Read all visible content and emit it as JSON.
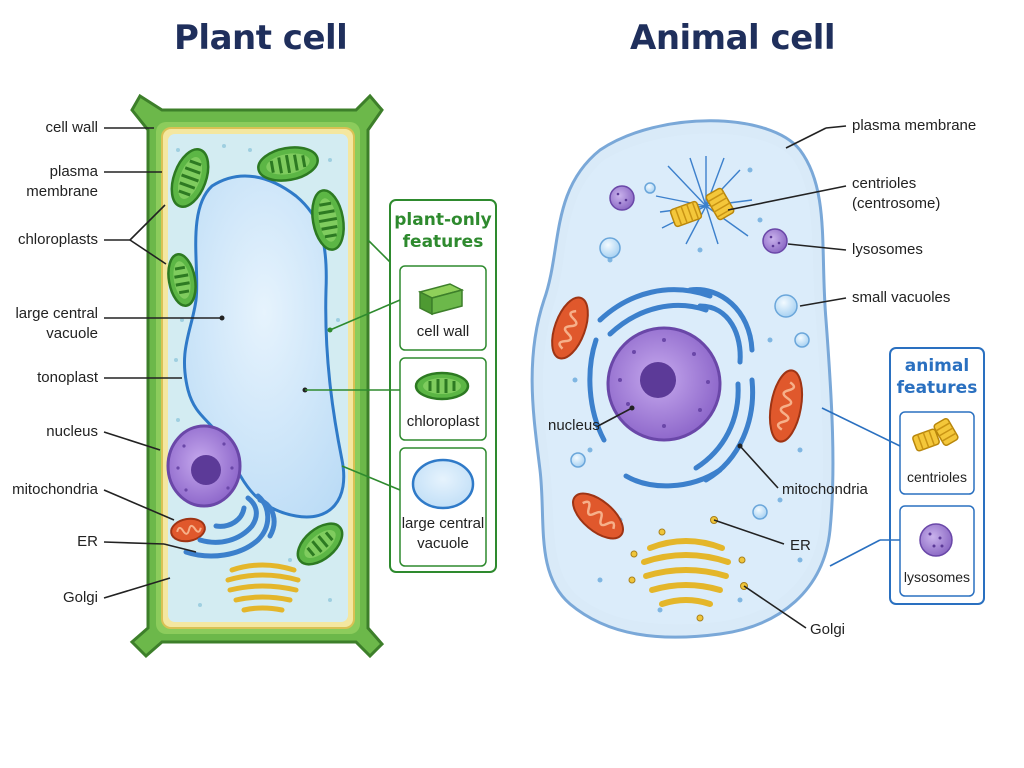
{
  "titles": {
    "plant": "Plant cell",
    "animal": "Animal cell"
  },
  "plant_labels": {
    "cell_wall": "cell wall",
    "plasma_membrane_1": "plasma",
    "plasma_membrane_2": "membrane",
    "chloroplasts": "chloroplasts",
    "vacuole_1": "large central",
    "vacuole_2": "vacuole",
    "tonoplast": "tonoplast",
    "nucleus": "nucleus",
    "mitochondria": "mitochondria",
    "er": "ER",
    "golgi": "Golgi"
  },
  "plant_box": {
    "title_1": "plant-only",
    "title_2": "features",
    "items": [
      "cell wall",
      "chloroplast",
      "large central",
      "vacuole"
    ]
  },
  "animal_labels": {
    "plasma_membrane": "plasma membrane",
    "centrioles_1": "centrioles",
    "centrioles_2": "(centrosome)",
    "lysosomes": "lysosomes",
    "small_vacuoles": "small vacuoles",
    "nucleus": "nucleus",
    "mitochondria": "mitochondria",
    "er": "ER",
    "golgi": "Golgi"
  },
  "animal_box": {
    "title_1": "animal",
    "title_2": "features",
    "items": [
      "centrioles",
      "lysosomes"
    ]
  },
  "colors": {
    "plant_wall": "#5aa83a",
    "plant_cytoplasm": "#d3ecf2",
    "vacuole": "#cfe6fa",
    "animal_cytoplasm": "#d9eaf8",
    "nucleus": "#9b7bd0",
    "nucleolus": "#5c3a98",
    "mitochondria": "#e0582c",
    "er": "#4a8fd4",
    "golgi": "#f0c53a",
    "chloroplast": "#4ea83a",
    "centriole": "#f0b82a",
    "plant_box": "#2e8a2e",
    "animal_box": "#2a70c0"
  }
}
